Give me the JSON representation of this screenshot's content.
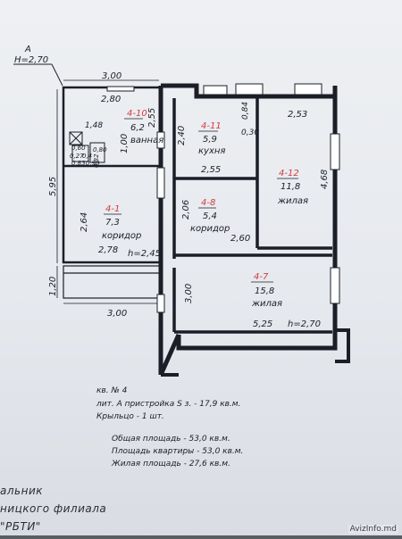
{
  "plan": {
    "lit_mark": "A",
    "height_note": "H=2,70",
    "dims": {
      "top_outer": "3,00",
      "top_bath": "2,80",
      "top_room12": "2,53",
      "left_height": "5,95",
      "bath_height": "1,00",
      "kitchen_side": "2,40",
      "kitchen_wall": "2,55",
      "kitchen_bottom": "2,55",
      "bath_small_1": "1,48",
      "bath_small_2": "0,80",
      "bath_small_3": "0,60",
      "bath_small_4": "0,82",
      "bath_small_5": "0,90",
      "bath_small_6": "0,83",
      "bath_small_7": "0,4",
      "bath_small_8": "0,27",
      "wall_0_84": "0,84",
      "wall_0_30": "0,30",
      "room12_side": "4,68",
      "corridor1_side": "2,64",
      "corridor1_bottom": "2,78",
      "corridor1_height": "h=2,45",
      "corridor8_side": "2,06",
      "corridor8_bottom": "2,60",
      "porch_depth": "1,20",
      "bottom_outer": "3,00",
      "room7_side": "3,00",
      "room7_bottom": "5,25",
      "room7_height": "h=2,70"
    },
    "rooms": [
      {
        "id": "4-10",
        "area": "6,2",
        "name": "ванная"
      },
      {
        "id": "4-11",
        "area": "5,9",
        "name": "кухня"
      },
      {
        "id": "4-12",
        "area": "11,8",
        "name": "жилая"
      },
      {
        "id": "4-1",
        "area": "7,3",
        "name": "коридор"
      },
      {
        "id": "4-8",
        "area": "5,4",
        "name": "коридор"
      },
      {
        "id": "4-7",
        "area": "15,8",
        "name": "жилая"
      }
    ]
  },
  "notes": {
    "apartment": "кв. № 4",
    "annex": "лит. А пристройка S з. - 17,9 кв.м.",
    "porch": "Крыльцо - 1 шт.",
    "total_area": "Общая площадь - 53,0 кв.м.",
    "apt_area": "Площадь квартиры - 53,0 кв.м.",
    "living_area": "Жилая площадь - 27,6 кв.м."
  },
  "footer": {
    "line1": "альник",
    "line2": "ницкого филиала",
    "line3": "\"РБТИ\""
  },
  "watermark": "AvizInfo.md"
}
